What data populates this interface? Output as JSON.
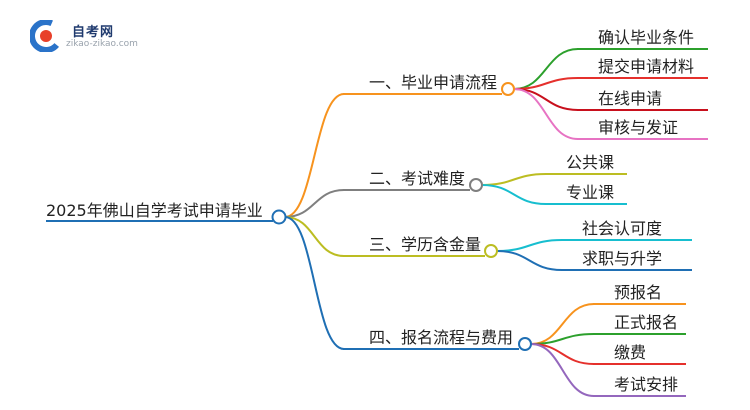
{
  "logo": {
    "name": "自考网",
    "url": "zikao-zikao.com"
  },
  "root": {
    "label": "2025年佛山自学考试申请毕业"
  },
  "branches": [
    {
      "label": "一、毕业申请流程",
      "color": "#f7931e",
      "children": [
        {
          "label": "确认毕业条件",
          "color": "#2ca02c"
        },
        {
          "label": "提交申请材料",
          "color": "#e5302c"
        },
        {
          "label": "在线申请",
          "color": "#c8101d"
        },
        {
          "label": "审核与发证",
          "color": "#e773c3"
        }
      ]
    },
    {
      "label": "二、考试难度",
      "color": "#7f7f7f",
      "children": [
        {
          "label": "公共课",
          "color": "#bcbd22"
        },
        {
          "label": "专业课",
          "color": "#17becf"
        }
      ]
    },
    {
      "label": "三、学历含金量",
      "color": "#bcbd22",
      "children": [
        {
          "label": "社会认可度",
          "color": "#17becf"
        },
        {
          "label": "求职与升学",
          "color": "#1f6fb4"
        }
      ]
    },
    {
      "label": "四、报名流程与费用",
      "color": "#1f6fb4",
      "children": [
        {
          "label": "预报名",
          "color": "#f7931e"
        },
        {
          "label": "正式报名",
          "color": "#2ca02c"
        },
        {
          "label": "缴费",
          "color": "#e5302c"
        },
        {
          "label": "考试安排",
          "color": "#9467bd"
        }
      ]
    }
  ],
  "colors": {
    "root_line": "#1f6fb4",
    "node_fill": "#ffffff"
  }
}
